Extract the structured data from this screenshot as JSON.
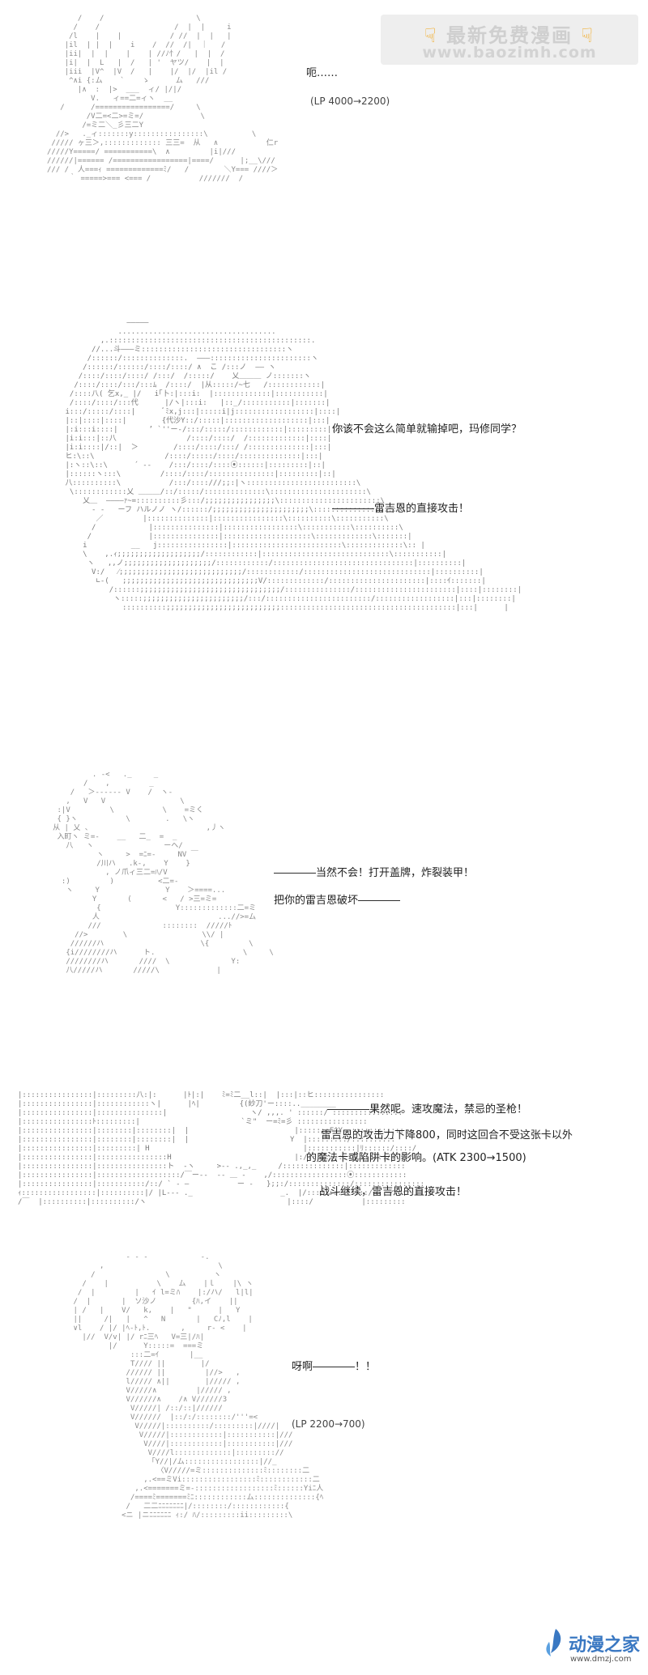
{
  "watermark_top": {
    "title": "最新免费漫画",
    "url": "www.baozimh.com",
    "left_icon": "pointing-down-icon",
    "right_icon": "pointing-down-icon"
  },
  "panels": [
    {
      "lines": [
        "呃……",
        "(LP 4000→2200)"
      ]
    },
    {
      "lines": [
        "你该不会这么简单就输掉吧，玛修同学？",
        "――――雷吉恩的直接攻击！"
      ]
    },
    {
      "lines": [
        "――――当然不会！打开盖牌，炸裂装甲！",
        "把你的雷吉恩破坏――――"
      ]
    },
    {
      "lines": [
        "――――果然呢。速攻魔法，禁忌的圣枪！",
        "雷吉恩的攻击力下降800，同时这回合不受这张卡以外",
        "的魔法卡或陷阱卡的影响。(ATK 2300→1500)",
        "战斗继续，雷吉恩的直接攻击！"
      ]
    },
    {
      "lines": [
        "呀啊――――！！",
        "(LP 2200→700)"
      ]
    }
  ],
  "watermark_bottom": {
    "name": "动漫之家",
    "url": "www.dmzj.com",
    "logo_icon": "ink-feather-icon"
  },
  "colors": {
    "art": "#8a8a8a",
    "text": "#222222",
    "watermark_gray": "#cfcfcf",
    "hand_yellow": "#f2a81d",
    "brand_blue": "#3a78c2"
  }
}
